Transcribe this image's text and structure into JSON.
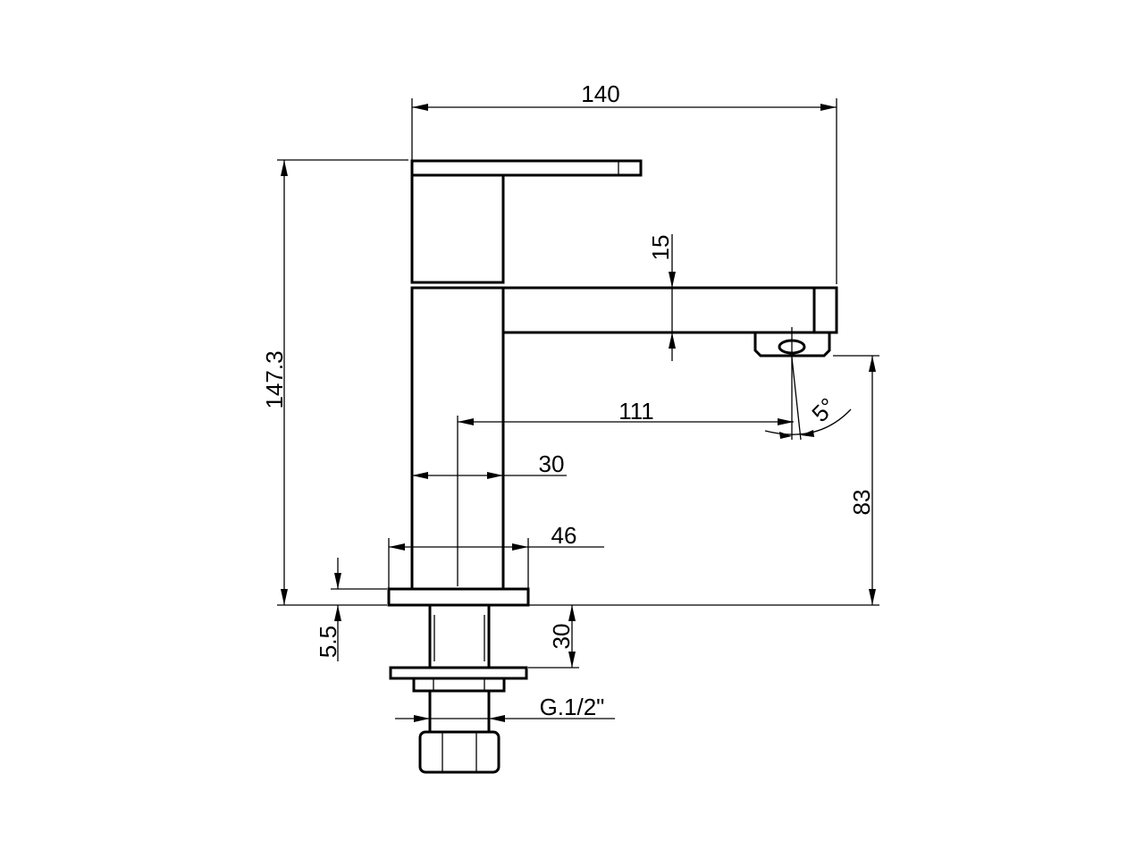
{
  "dimensions": {
    "overall_width": "140",
    "overall_height": "147.3",
    "spout_thickness": "15",
    "spout_reach": "111",
    "spout_angle": "5°",
    "spout_height": "83",
    "body_width": "30",
    "base_width": "46",
    "base_thickness": "5.5",
    "shank_length": "30",
    "thread": "G.1/2\""
  }
}
